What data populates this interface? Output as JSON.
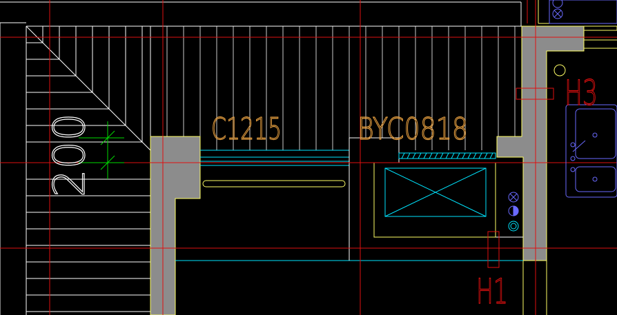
{
  "drawing": {
    "background": "#000000",
    "colors": {
      "white": "#ffffff",
      "red": "#e01010",
      "yellow": "#ffff66",
      "cyan": "#00e5ff",
      "green": "#00dd00",
      "blue": "#6a6aff",
      "orange": "#e8a040",
      "wall_fill": "#8c8c8c"
    }
  },
  "labels": {
    "window_c1215": "C1215",
    "window_byc0818": "BYC0818",
    "stair_dim": "200",
    "axis_h3": "H3",
    "axis_h1": "H1"
  },
  "icons": [
    "stair-icon",
    "window-icon",
    "duct-box-icon",
    "sink-icon",
    "pipe-icon",
    "ceiling-light-icon"
  ]
}
